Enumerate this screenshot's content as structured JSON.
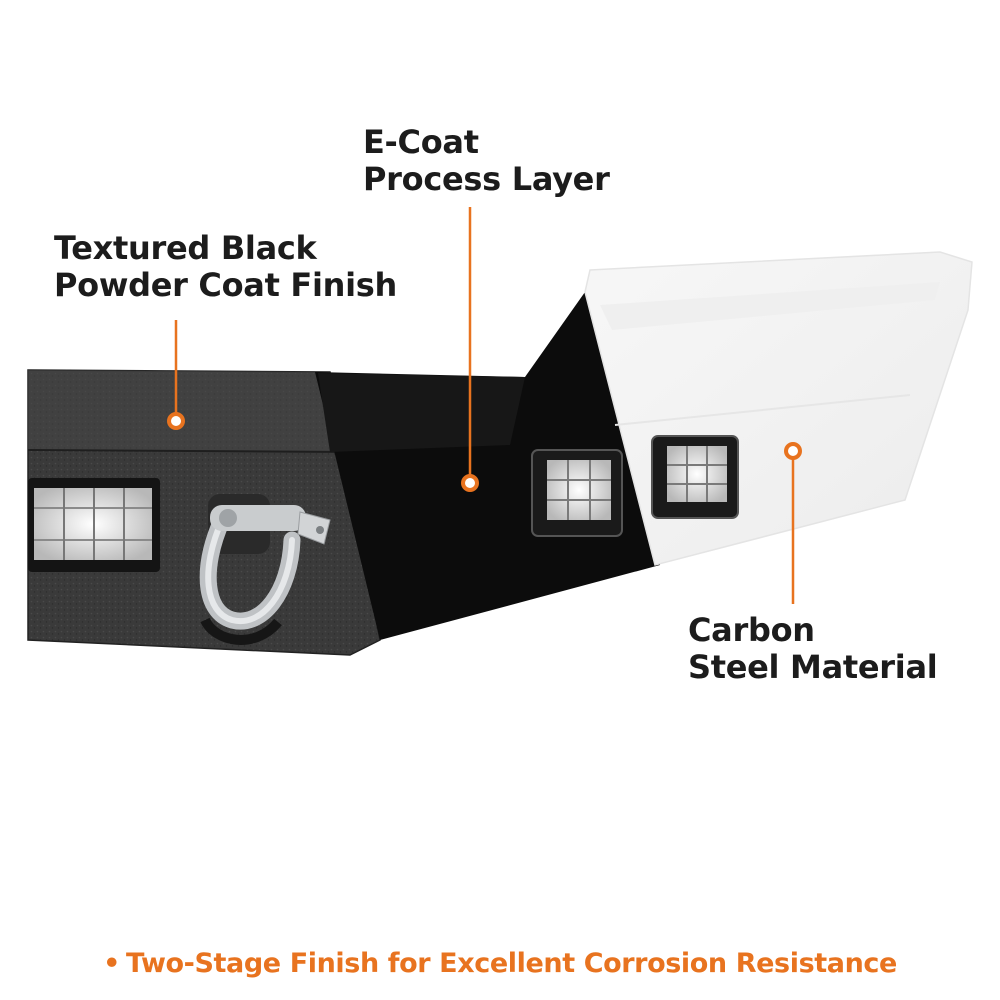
{
  "labels": {
    "powder_coat": {
      "line1": "Textured Black",
      "line2": "Powder Coat Finish"
    },
    "ecoat": {
      "line1": "E-Coat",
      "line2": "Process Layer"
    },
    "carbon_steel": {
      "line1": "Carbon",
      "line2": "Steel Material"
    }
  },
  "footer": {
    "bullet": "•",
    "text": "Two-Stage Finish for Excellent Corrosion Resistance"
  },
  "colors": {
    "accent": "#e8731f",
    "text": "#1c1c1c",
    "powder_coat": "#3a3a3a",
    "ecoat": "#0c0c0c",
    "steel": "#f2f2f2"
  }
}
